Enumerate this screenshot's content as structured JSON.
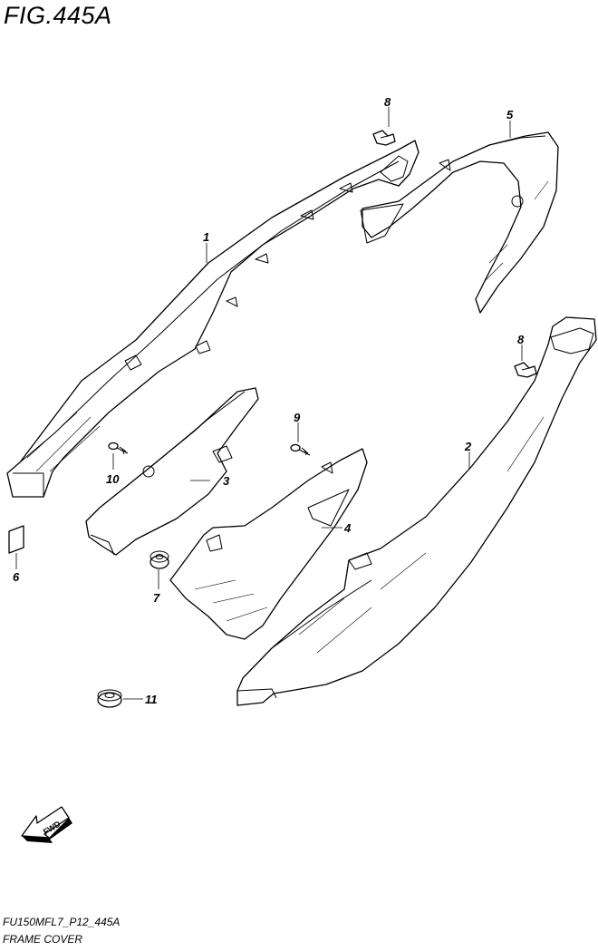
{
  "figure": {
    "title": "FIG.445A",
    "code": "FU150MFL7_P12_445A",
    "name": "FRAME COVER"
  },
  "callouts": {
    "c1": "1",
    "c2": "2",
    "c3": "3",
    "c4": "4",
    "c5": "5",
    "c6": "6",
    "c7": "7",
    "c8a": "8",
    "c8b": "8",
    "c9": "9",
    "c10": "10",
    "c11": "11"
  },
  "fwd_arrow": {
    "label": "FWD",
    "icon": "fwd-arrow-icon"
  }
}
